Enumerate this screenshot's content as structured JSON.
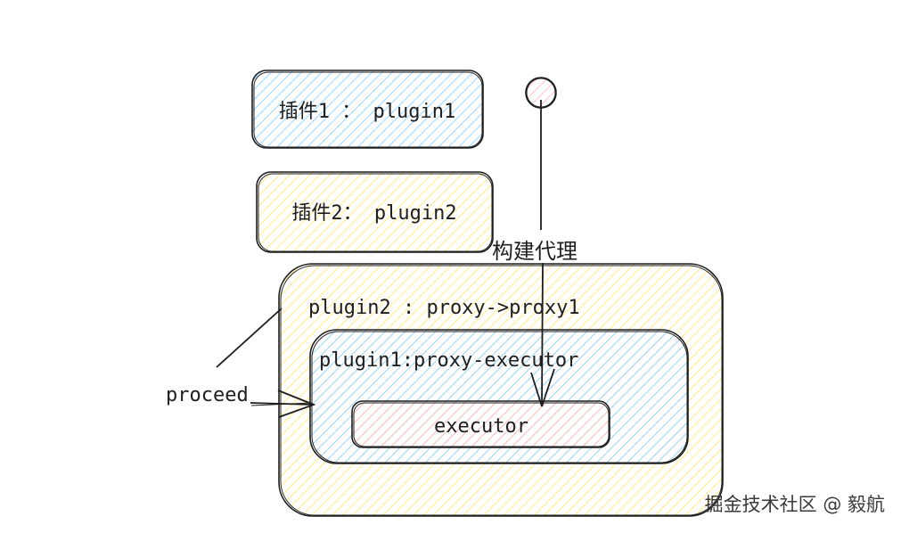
{
  "plugin1_box": {
    "label": "插件1 ： plugin1",
    "fill": "#a5d8ff"
  },
  "plugin2_box": {
    "label": "插件2： plugin2",
    "fill": "#ffec99"
  },
  "outer_proxy": {
    "label": "plugin2 : proxy->proxy1",
    "fill": "#ffec99"
  },
  "inner_proxy": {
    "label": "plugin1:proxy-executor",
    "fill": "#a5d8ff"
  },
  "executor": {
    "label": "executor",
    "fill": "#ffc9c9"
  },
  "proceed_label": "proceed",
  "build_proxy_label": "构建代理",
  "watermark": "掘金技术社区 @ 毅航",
  "stroke_color": "#1e1e1e"
}
